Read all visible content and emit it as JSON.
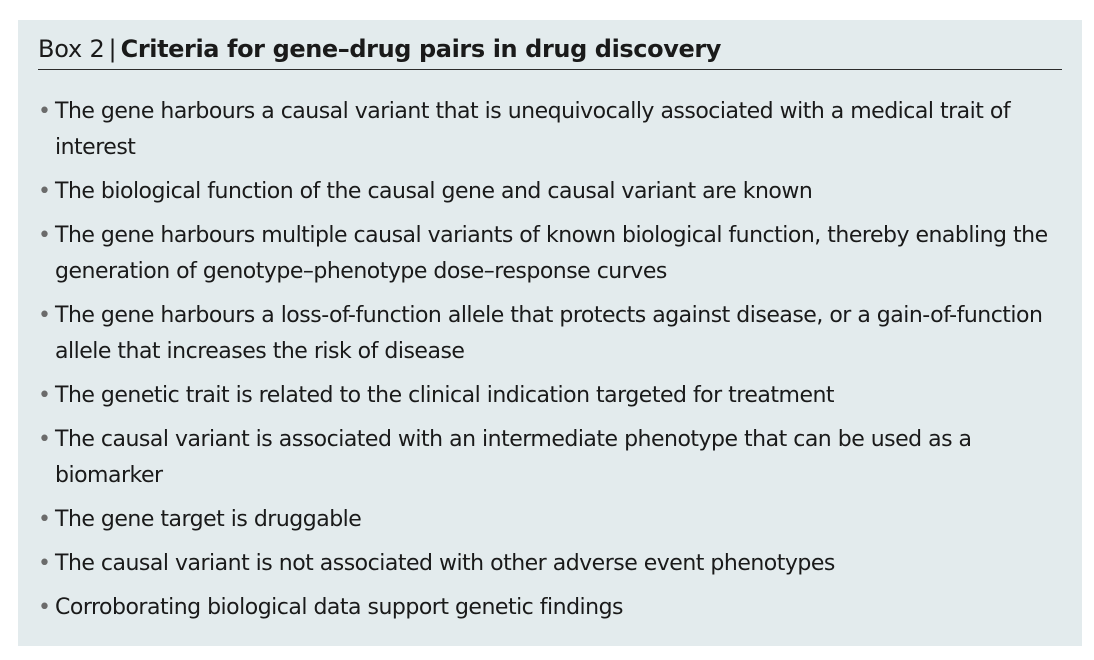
{
  "box": {
    "label": "Box 2",
    "separator": "|",
    "title": "Criteria for gene–drug pairs in drug discovery"
  },
  "bullet_char": "•",
  "criteria": [
    "The gene harbours a causal variant that is unequivocally associated with a medical trait of interest",
    "The biological function of the causal gene and causal variant are known",
    "The gene harbours multiple causal variants of known biological function, thereby enabling the generation of genotype–phenotype dose–response curves",
    "The gene harbours a loss-of-function allele that protects against disease, or a gain-of-function allele that increases the risk of disease",
    "The genetic trait is related to the clinical indication targeted for treatment",
    "The causal variant is associated with an intermediate phenotype that can be used as a biomarker",
    "The gene target is druggable",
    "The causal variant is not associated with other adverse event phenotypes",
    "Corroborating biological data support genetic findings"
  ],
  "colors": {
    "box_background": "#e3ebed",
    "text": "#1a1a1a",
    "bullet": "#6b6b6b"
  }
}
